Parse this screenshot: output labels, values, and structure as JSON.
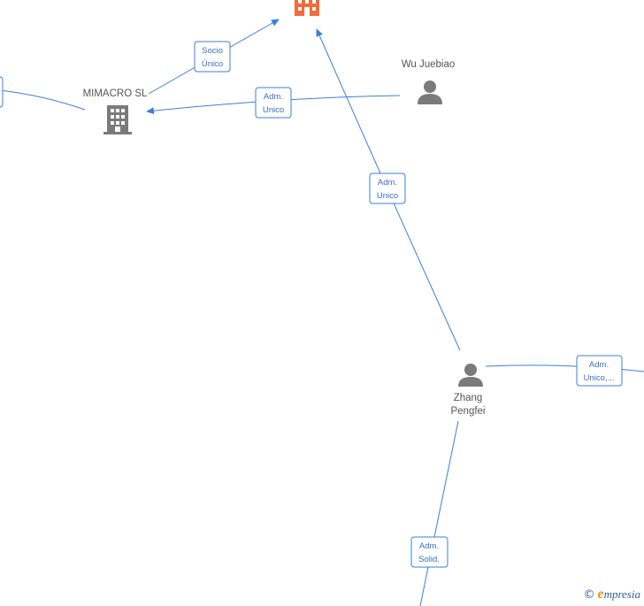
{
  "nodes": {
    "mimacro": {
      "label": "MIMACRO  SL",
      "type": "company"
    },
    "wu": {
      "label": "Wu Juebiao",
      "type": "person"
    },
    "zhang": {
      "label_line1": "Zhang",
      "label_line2": "Pengfei",
      "type": "person"
    },
    "target": {
      "type": "company-highlight"
    }
  },
  "edges": {
    "socio_unico": {
      "line1": "Socio",
      "line2": "Único"
    },
    "adm_unico_wu": {
      "line1": "Adm.",
      "line2": "Unico"
    },
    "adm_unico_zhang": {
      "line1": "Adm.",
      "line2": "Unico"
    },
    "adm_unico_right": {
      "line1": "Adm.",
      "line2": "Unico,..."
    },
    "adm_solid": {
      "line1": "Adm.",
      "line2": "Solid."
    }
  },
  "colors": {
    "edge": "#3a7fd9",
    "company_icon": "#7a7a7a",
    "person_icon": "#7a7a7a",
    "highlight": "#f26b3a"
  },
  "footer": {
    "copyright": "©",
    "brand_initial": "e",
    "brand_rest": "mpresia"
  }
}
